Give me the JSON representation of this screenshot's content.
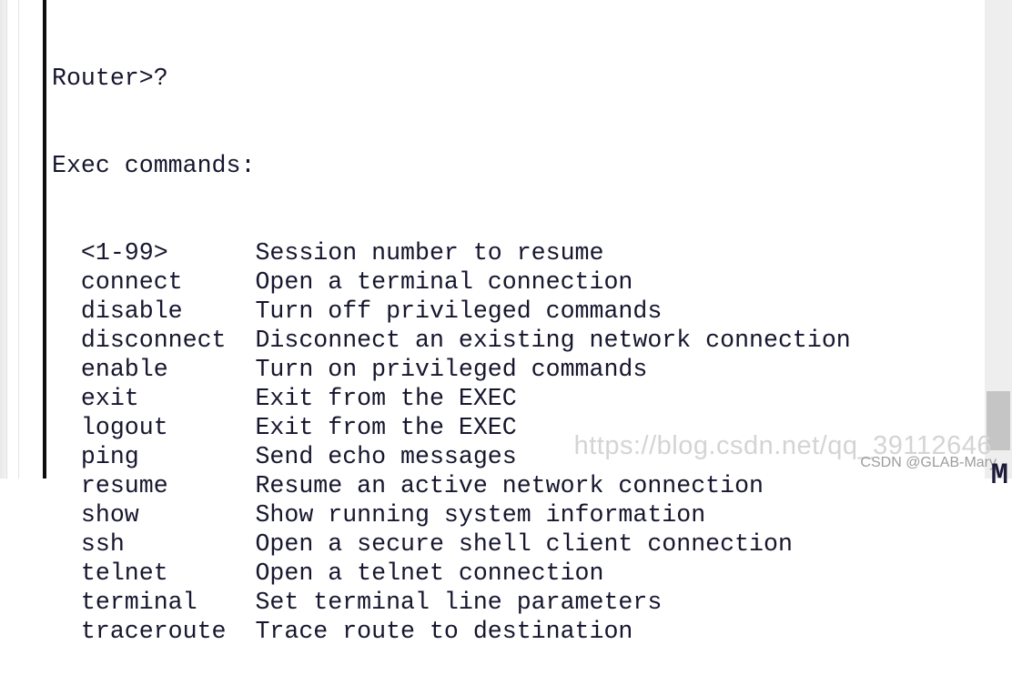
{
  "terminal": {
    "prompt_line": "Router>?",
    "heading": "Exec commands:",
    "commands": [
      {
        "command": "<1-99>",
        "description": "Session number to resume"
      },
      {
        "command": "connect",
        "description": "Open a terminal connection"
      },
      {
        "command": "disable",
        "description": "Turn off privileged commands"
      },
      {
        "command": "disconnect",
        "description": "Disconnect an existing network connection"
      },
      {
        "command": "enable",
        "description": "Turn on privileged commands"
      },
      {
        "command": "exit",
        "description": "Exit from the EXEC"
      },
      {
        "command": "logout",
        "description": "Exit from the EXEC"
      },
      {
        "command": "ping",
        "description": "Send echo messages"
      },
      {
        "command": "resume",
        "description": "Resume an active network connection"
      },
      {
        "command": "show",
        "description": "Show running system information"
      },
      {
        "command": "ssh",
        "description": "Open a secure shell client connection"
      },
      {
        "command": "telnet",
        "description": "Open a telnet connection"
      },
      {
        "command": "terminal",
        "description": "Set terminal line parameters"
      },
      {
        "command": "traceroute",
        "description": "Trace route to destination"
      }
    ]
  },
  "watermark": {
    "url_text": "https://blog.csdn.net/qq_39112646",
    "credit_text": "CSDN @GLAB-Mary"
  },
  "corner_glyph": "M",
  "colors": {
    "terminal_text": "#16162e",
    "border_line": "#0d0d0d",
    "scroll_track": "#eeeeee",
    "scroll_thumb": "#c5c5c5",
    "watermark_url": "#d4d4d4",
    "watermark_credit": "#9c9c9c"
  }
}
